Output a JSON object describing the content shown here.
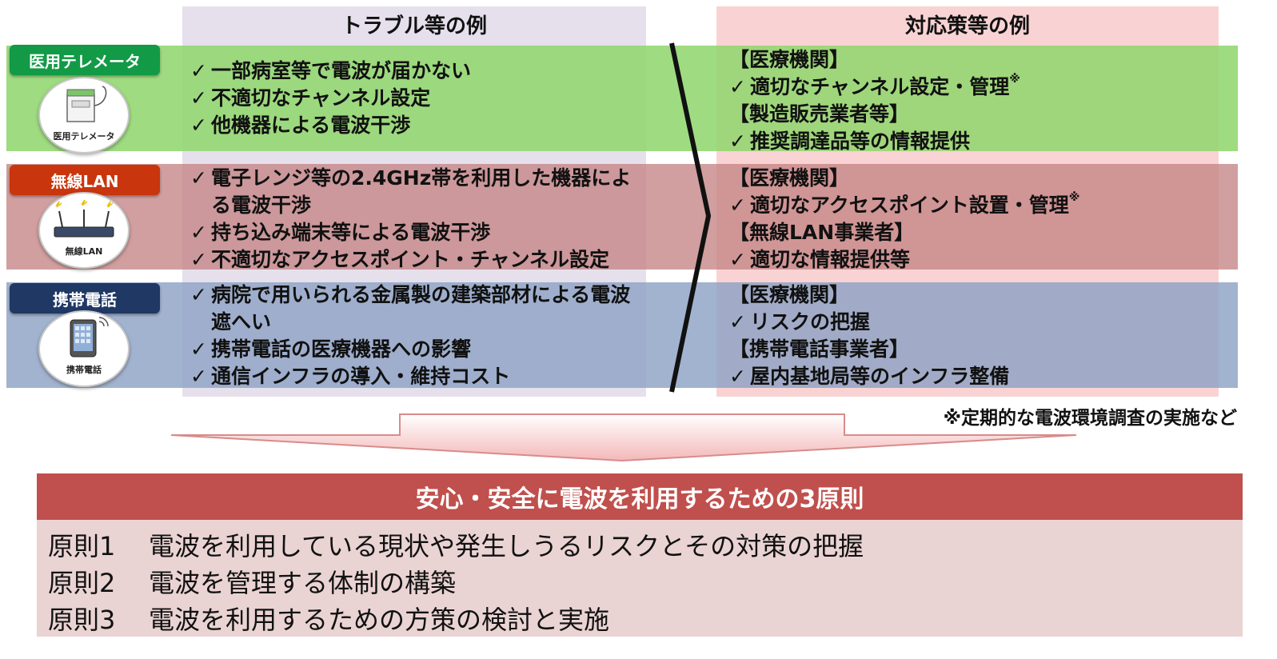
{
  "columns": {
    "trouble_title": "トラブル等の例",
    "measures_title": "対応策等の例"
  },
  "categories": [
    {
      "label": "医用テレメータ",
      "icon": "telemeter-icon",
      "icon_caption": "医用テレメータ",
      "color": "#129a47",
      "band_color": "#9ddc7f",
      "troubles": [
        "一部病室等で電波が届かない",
        "不適切なチャンネル設定",
        "他機器による電波干渉"
      ],
      "measures": [
        {
          "header": "【医療機関】",
          "items": [
            "適切なチャンネル設定・管理"
          ],
          "mark": "※"
        },
        {
          "header": "【製造販売業者等】",
          "items": [
            "推奨調達品等の情報提供"
          ],
          "mark": ""
        }
      ]
    },
    {
      "label": "無線LAN",
      "icon": "router-icon",
      "icon_caption": "無線LAN",
      "color": "#c9350c",
      "band_color": "#cf9a9a",
      "troubles": [
        "電子レンジ等の2.4GHz帯を利用した機器による電波干渉",
        "持ち込み端末等による電波干渉",
        "不適切なアクセスポイント・チャンネル設定"
      ],
      "measures": [
        {
          "header": "【医療機関】",
          "items": [
            "適切なアクセスポイント設置・管理"
          ],
          "mark": "※"
        },
        {
          "header": "【無線LAN事業者】",
          "items": [
            "適切な情報提供等"
          ],
          "mark": ""
        }
      ]
    },
    {
      "label": "携帯電話",
      "icon": "tablet-icon",
      "icon_caption": "携帯電話",
      "color": "#1f3864",
      "band_color": "#9fb0cc",
      "troubles": [
        "病院で用いられる金属製の建築部材による電波遮へい",
        "携帯電話の医療機器への影響",
        "通信インフラの導入・維持コスト"
      ],
      "measures": [
        {
          "header": "【医療機関】",
          "items": [
            "リスクの把握"
          ],
          "mark": ""
        },
        {
          "header": "【携帯電話事業者】",
          "items": [
            "屋内基地局等のインフラ整備"
          ],
          "mark": ""
        }
      ]
    }
  ],
  "check_mark": "✓",
  "footnote": "※定期的な電波環境調査の実施など",
  "principles": {
    "title": "安心・安全に電波を利用するための3原則",
    "items": [
      {
        "num": "原則1",
        "text": "電波を利用している現状や発生しうるリスクとその対策の把握"
      },
      {
        "num": "原則2",
        "text": "電波を管理する体制の構築"
      },
      {
        "num": "原則3",
        "text": "電波を利用するための方策の検討と実施"
      }
    ]
  }
}
